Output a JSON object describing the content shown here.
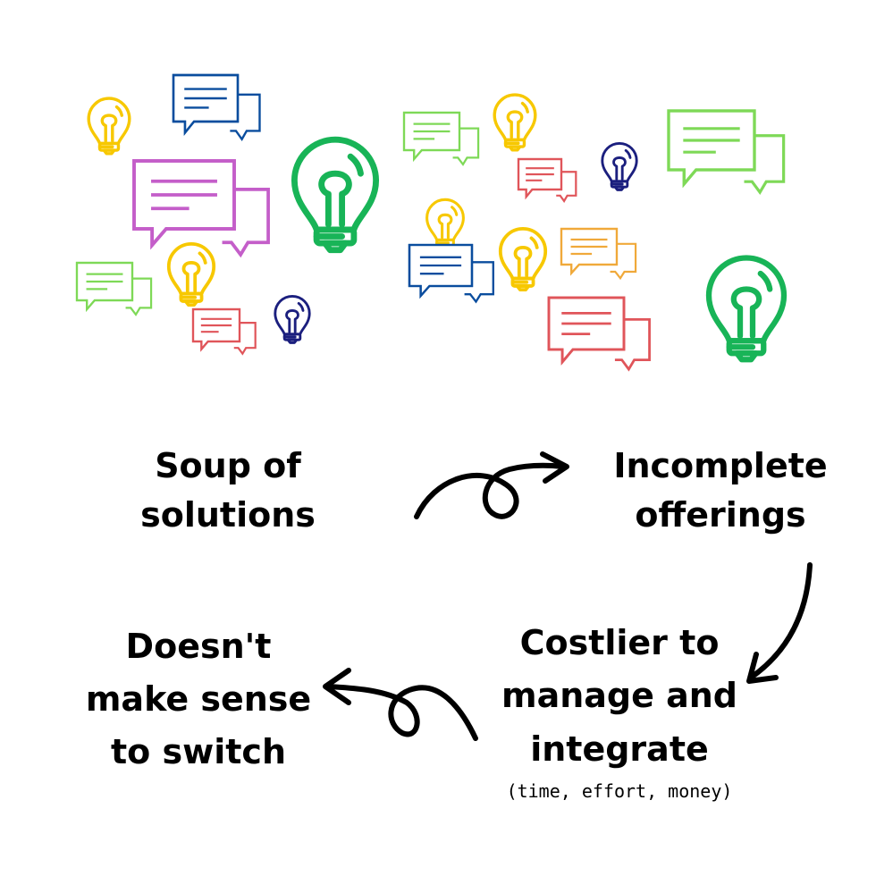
{
  "colors": {
    "yellow": "#f7c800",
    "green": "#18b457",
    "lime": "#7ed957",
    "navy": "#1b1f7e",
    "blue": "#0a4d9e",
    "purple": "#c45ec9",
    "red": "#e0555a",
    "orange": "#f0a93a",
    "text": "#000000"
  },
  "icons": [
    {
      "kind": "bulb-icon",
      "color": "yellow"
    },
    {
      "kind": "bulb-icon",
      "color": "yellow"
    },
    {
      "kind": "bulb-icon",
      "color": "green"
    },
    {
      "kind": "bulb-icon",
      "color": "navy"
    },
    {
      "kind": "bulb-icon",
      "color": "yellow"
    },
    {
      "kind": "bulb-icon",
      "color": "yellow"
    },
    {
      "kind": "bulb-icon",
      "color": "navy"
    },
    {
      "kind": "bulb-icon",
      "color": "yellow"
    },
    {
      "kind": "bulb-icon",
      "color": "green"
    },
    {
      "kind": "bulb-icon",
      "color": "yellow"
    },
    {
      "kind": "chat-icon",
      "color": "blue"
    },
    {
      "kind": "chat-icon",
      "color": "purple"
    },
    {
      "kind": "chat-icon",
      "color": "lime"
    },
    {
      "kind": "chat-icon",
      "color": "red"
    },
    {
      "kind": "chat-icon",
      "color": "lime"
    },
    {
      "kind": "chat-icon",
      "color": "red"
    },
    {
      "kind": "chat-icon",
      "color": "lime"
    },
    {
      "kind": "chat-icon",
      "color": "orange"
    },
    {
      "kind": "chat-icon",
      "color": "blue"
    },
    {
      "kind": "chat-icon",
      "color": "red"
    }
  ],
  "nodes": {
    "soup": [
      "Soup of",
      "solutions"
    ],
    "incomplete": [
      "Incomplete",
      "offerings"
    ],
    "costlier": [
      "Costlier to",
      "manage and",
      "integrate"
    ],
    "costlier_note": "(time, effort, money)",
    "doesnt": [
      "Doesn't",
      "make sense",
      "to switch"
    ]
  }
}
